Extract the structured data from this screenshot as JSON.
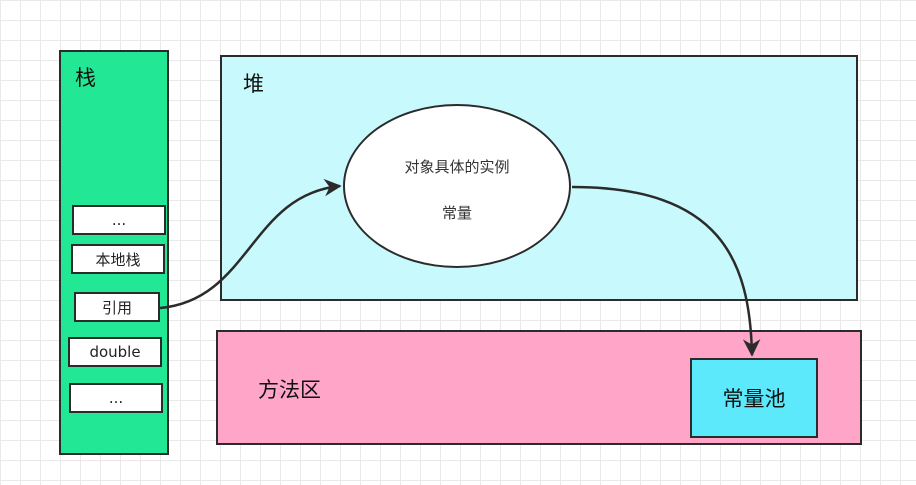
{
  "stack": {
    "title": "栈",
    "items": [
      "...",
      "本地栈",
      "引用",
      "double",
      "..."
    ]
  },
  "heap": {
    "title": "堆",
    "object": {
      "line1": "对象具体的实例",
      "line2": "常量"
    }
  },
  "method_area": {
    "title": "方法区",
    "constant_pool": "常量池"
  },
  "colors": {
    "stack": "#22e896",
    "heap": "#c8fafd",
    "method_area": "#ffa5c8",
    "constant_pool": "#5be9fb"
  }
}
